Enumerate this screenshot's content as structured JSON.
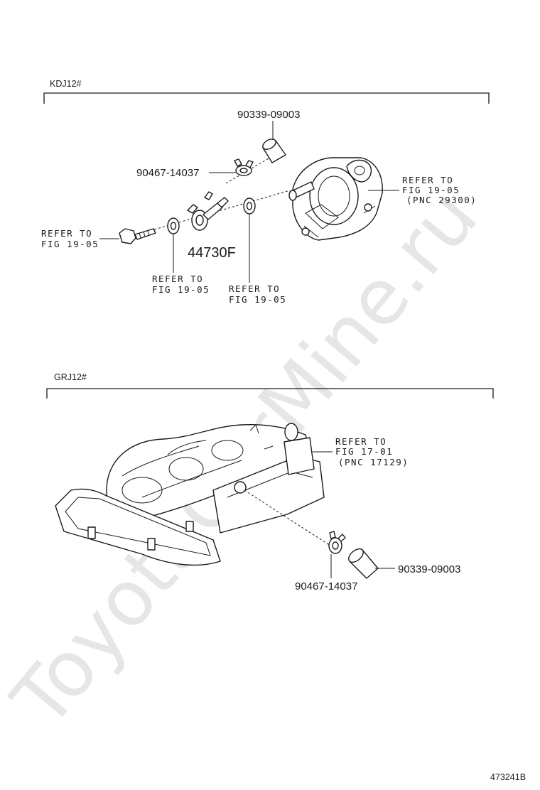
{
  "watermark": "ToyotaCarMine.ru",
  "figure_id": "473241B",
  "section_top": {
    "label": "KDJ12#",
    "parts": {
      "cap_pn": "90339-09003",
      "clip_pn": "90467-14037",
      "union_pn": "44730F"
    },
    "refs": {
      "bolt": [
        "REFER TO",
        "FIG 19-05"
      ],
      "gasket_left": [
        "REFER TO",
        "FIG 19-05"
      ],
      "gasket_right": [
        "REFER TO",
        "FIG 19-05"
      ],
      "pump": [
        "REFER TO",
        "FIG 19-05",
        "(PNC 29300)"
      ]
    }
  },
  "section_bottom": {
    "label": "GRJ12#",
    "parts": {
      "cap_pn": "90339-09003",
      "clip_pn": "90467-14037"
    },
    "refs": {
      "manifold": [
        "REFER TO",
        "FIG 17-01",
        "(PNC 17129)"
      ]
    }
  }
}
